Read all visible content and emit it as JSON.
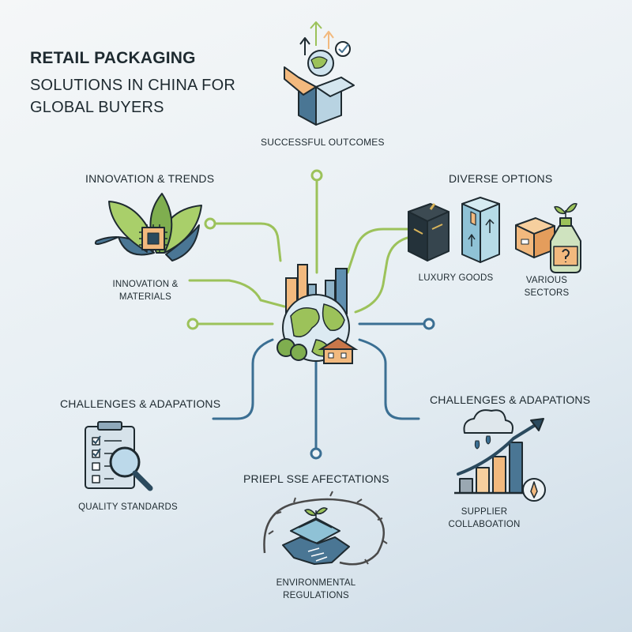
{
  "title": {
    "line1": "RETAIL PACKAGING",
    "line2": "SOLUTIONS IN CHINA FOR GLOBAL BUYERS"
  },
  "sections": {
    "successful_outcomes": "SUCCESSFUL OUTCOMES",
    "innovation_trends": "INNOVATION & TRENDS",
    "innovation_materials": "INNOVATION & MATERIALS",
    "diverse_options": "DIVERSE OPTIONS",
    "luxury_goods": "LUXURY GOODS",
    "various_sectors": "VARIOUS SECTORS",
    "challenges_left": "CHALLENGES & ADAPATIONS",
    "quality_standards": "QUALITY STANDARDS",
    "challenges_right": "CHALLENGES & ADAPATIONS",
    "supplier_collaboration": "SUPPLIER COLLABOATION",
    "priepl": "PRIEPL SSE AFECTATIONS",
    "environmental": "ENVIRONMENTAL REGULATIONS"
  },
  "colors": {
    "green_line": "#9cc25a",
    "blue_line": "#3b6f93",
    "navy": "#2b4a5e",
    "orange": "#f2b97e"
  }
}
